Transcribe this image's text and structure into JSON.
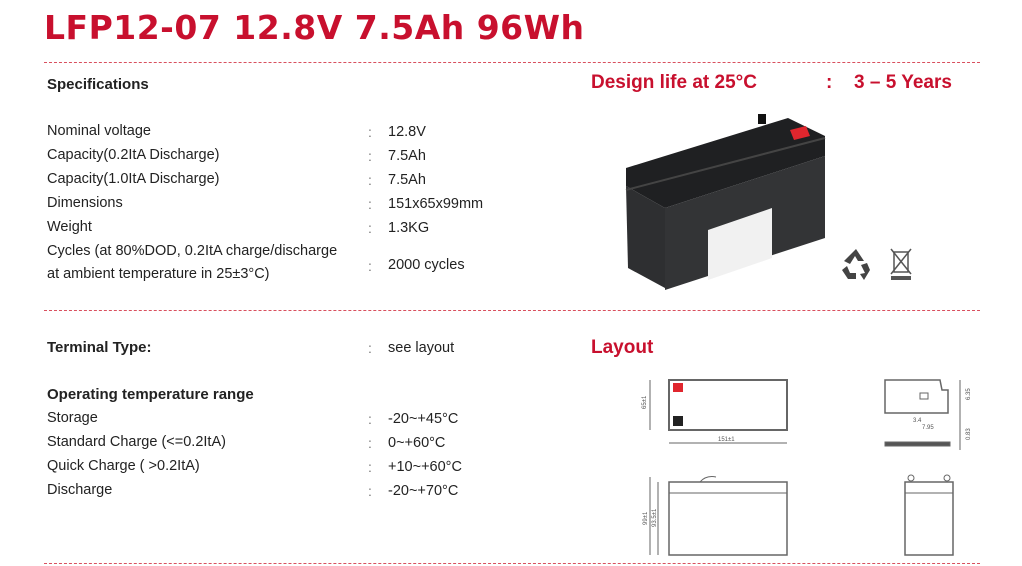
{
  "title": "LFP12-07 12.8V 7.5Ah 96Wh",
  "specifications": {
    "heading": "Specifications",
    "rows": [
      {
        "label": "Nominal voltage",
        "value": "12.8V"
      },
      {
        "label": "Capacity(0.2ItA Discharge)",
        "value": "7.5Ah"
      },
      {
        "label": "Capacity(1.0ItA Discharge)",
        "value": "7.5Ah"
      },
      {
        "label": "Dimensions",
        "value": "151x65x99mm"
      },
      {
        "label": "Weight",
        "value": "1.3KG"
      }
    ],
    "cycles": {
      "label_line1": "Cycles (at 80%DOD, 0.2ItA charge/discharge",
      "label_line2": "at ambient temperature in 25±3°C)",
      "value": "2000 cycles"
    }
  },
  "design_life": {
    "label": "Design life at 25°C",
    "colon": ":",
    "value": "3 – 5 Years"
  },
  "terminal": {
    "label": "Terminal Type:",
    "value": "see layout"
  },
  "operating_temp": {
    "heading": "Operating temperature range",
    "rows": [
      {
        "label": "Storage",
        "value": "-20~+45°C"
      },
      {
        "label": "Standard Charge (<=0.2ItA)",
        "value": "0~+60°C"
      },
      {
        "label": "Quick Charge ( >0.2ItA)",
        "value": "+10~+60°C"
      },
      {
        "label": "Discharge",
        "value": "-20~+70°C"
      }
    ]
  },
  "colon": ":",
  "layout": {
    "heading": "Layout",
    "dims": {
      "width_top": "65±1",
      "length": "151±1",
      "term_h": "6.35",
      "term_a": "3.4",
      "term_b": "7.95",
      "term_t": "0.83",
      "height": "99±1",
      "height_case": "93.5±1"
    }
  },
  "colors": {
    "accent": "#c8102e",
    "terminal_positive": "#e0262e",
    "terminal_negative": "#222222",
    "battery_body": "#2b2c2e"
  },
  "icons": [
    "recycle-icon",
    "weee-crossed-bin-icon"
  ]
}
